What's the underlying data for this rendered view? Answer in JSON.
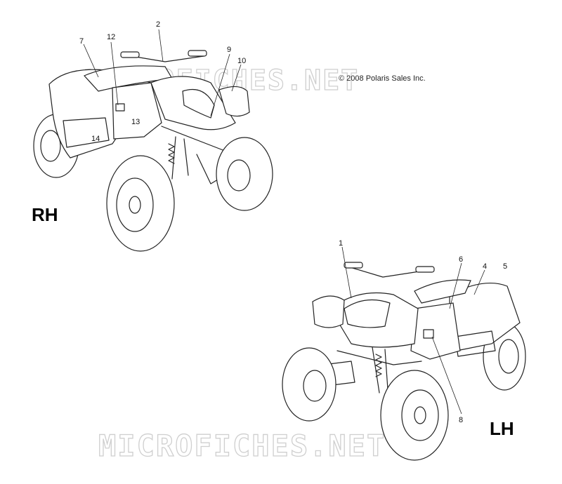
{
  "copyright": "© 2008 Polaris Sales Inc.",
  "watermark": "MICROFICHES.NET",
  "views": {
    "rh": {
      "label": "RH"
    },
    "lh": {
      "label": "LH"
    }
  },
  "callouts": {
    "c1": "1",
    "c2": "2",
    "c4": "4",
    "c5": "5",
    "c6": "6",
    "c7": "7",
    "c8": "8",
    "c9": "9",
    "c10": "10",
    "c12": "12",
    "c13": "13",
    "c14": "14"
  }
}
